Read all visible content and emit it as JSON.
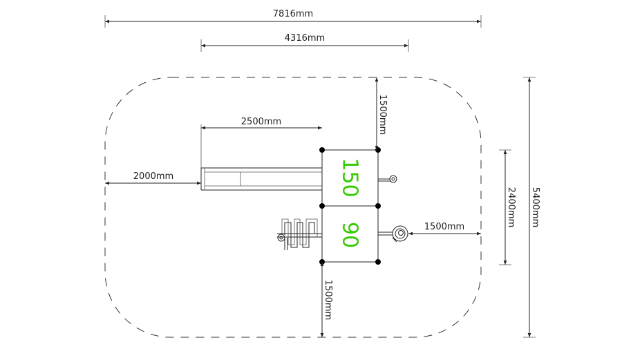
{
  "dimensions": {
    "overall_width": "7816mm",
    "inner_width": "4316mm",
    "slide_length": "2500mm",
    "left_clearance": "2000mm",
    "top_clearance": "1500mm",
    "right_clearance": "1500mm",
    "bottom_clearance": "1500mm",
    "structure_depth": "2400mm",
    "overall_depth": "5400mm"
  },
  "towers": {
    "upper_height": "150",
    "lower_height": "90"
  },
  "colors": {
    "lines": "#222222",
    "tower_labels": "#33cc00",
    "posts": "#000000"
  }
}
